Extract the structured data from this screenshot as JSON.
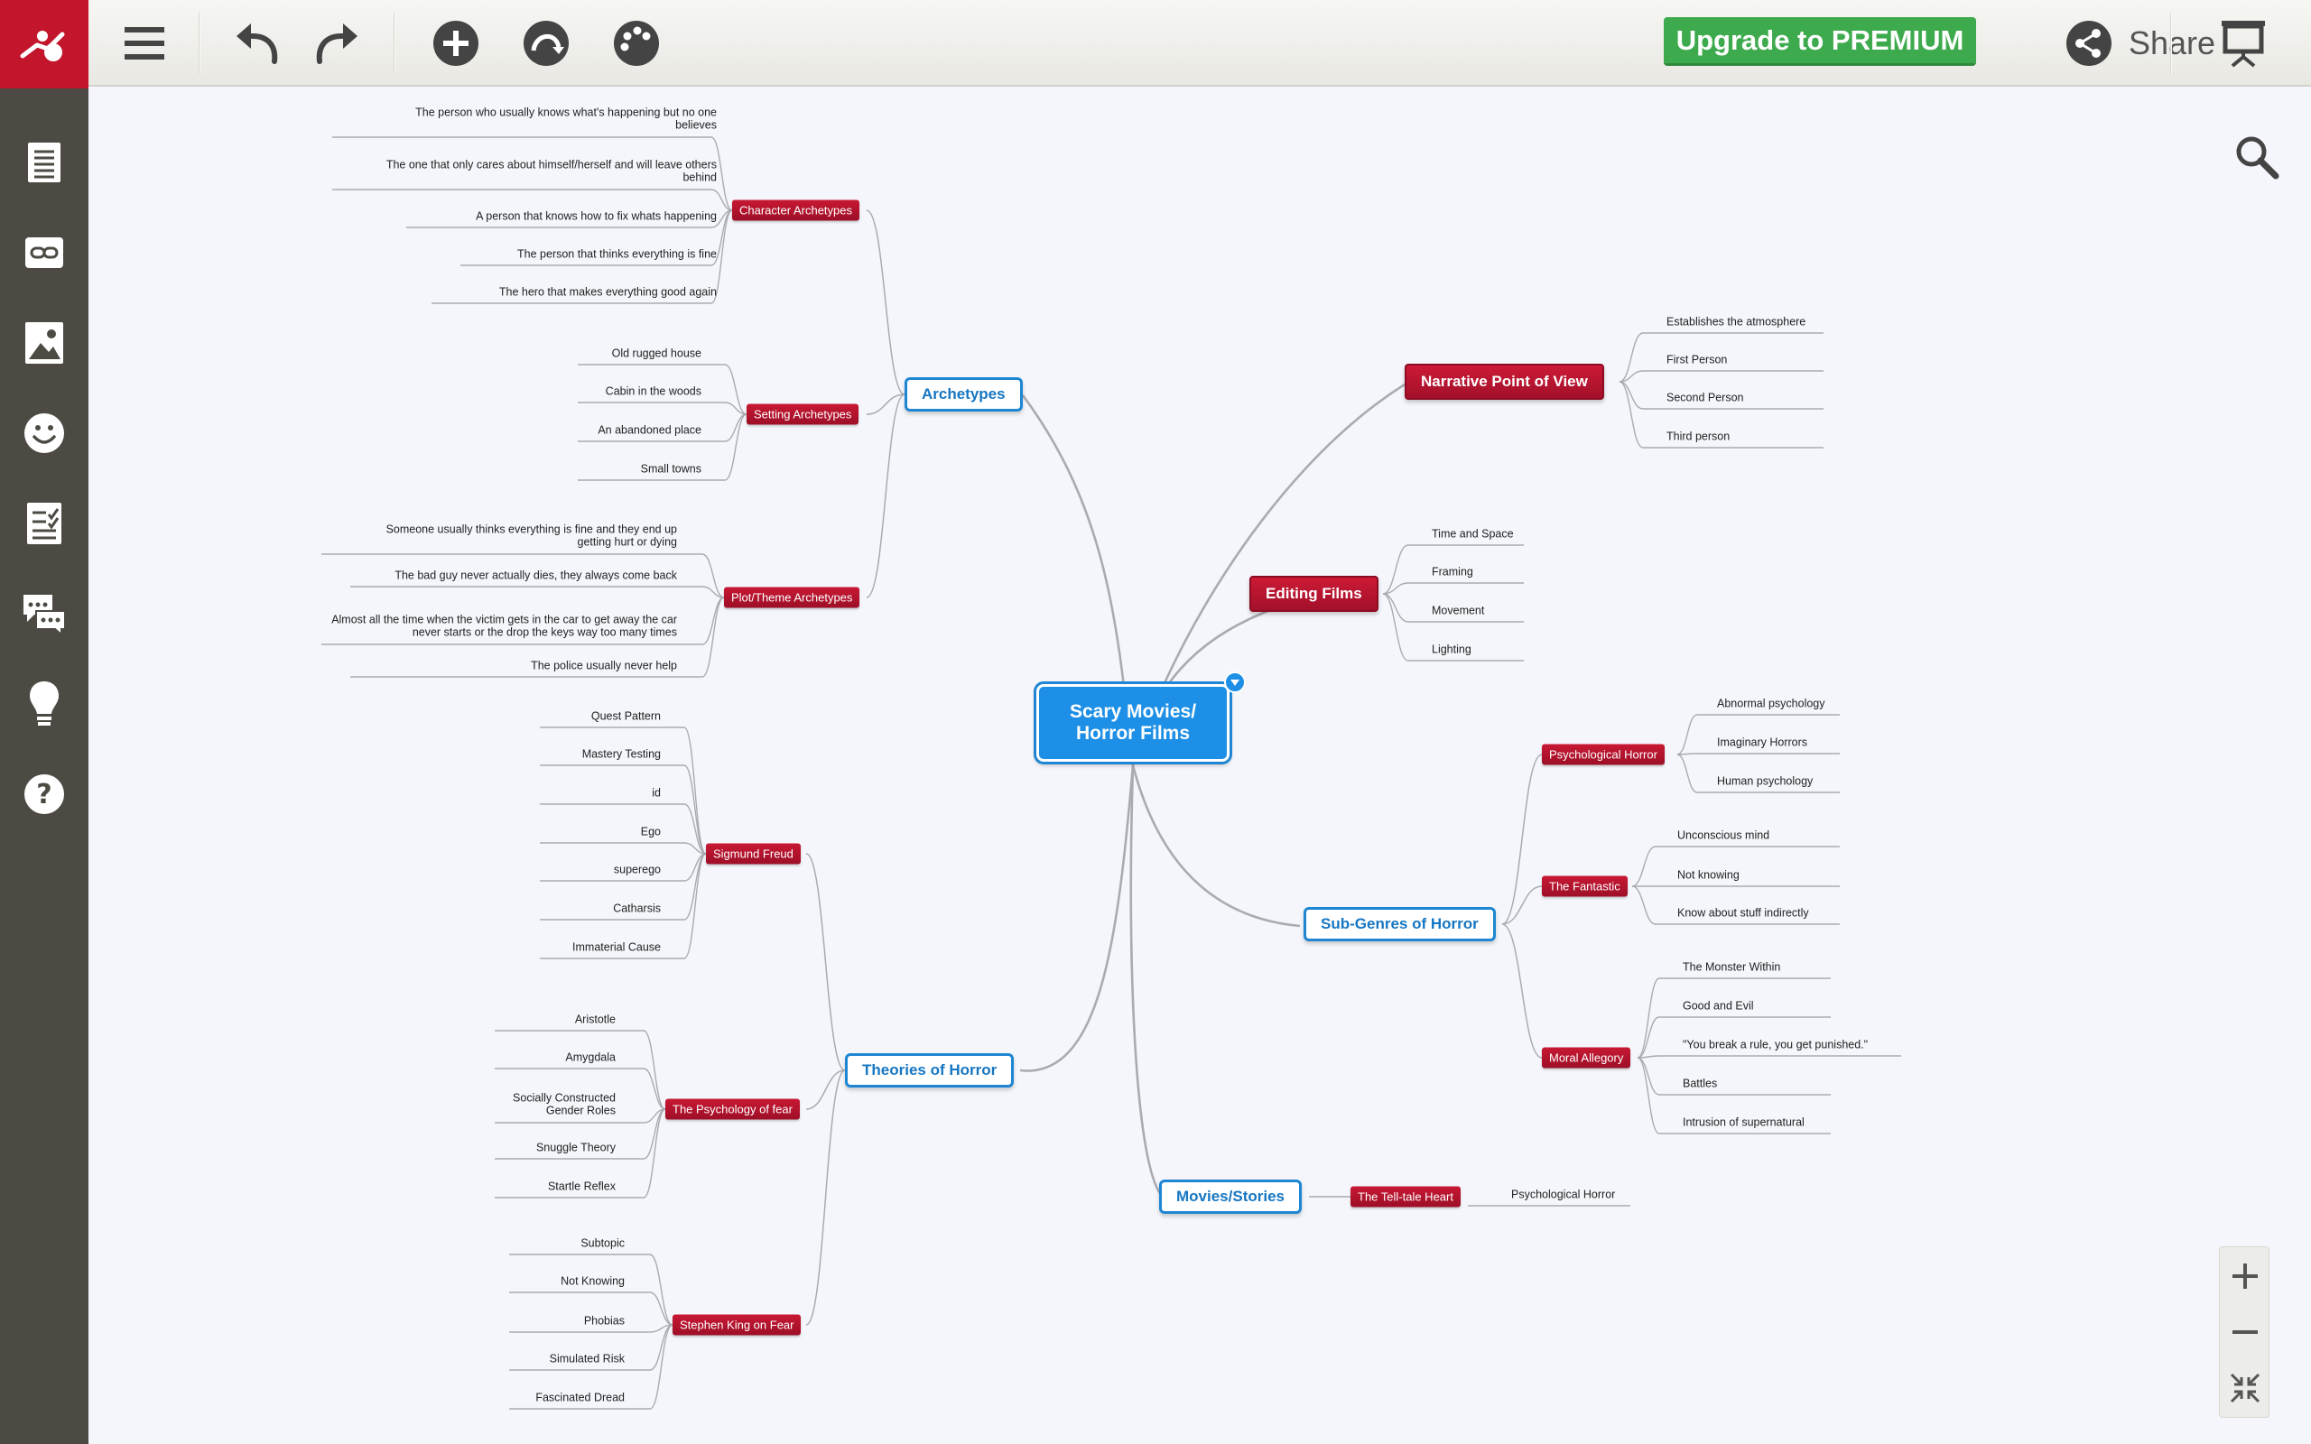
{
  "toolbar": {
    "upgrade_label": "Upgrade to PREMIUM",
    "share_label": "Share"
  },
  "sidebar": {
    "items": [
      "outline-icon",
      "link-icon",
      "image-icon",
      "emoji-icon",
      "task-icon",
      "comments-icon",
      "idea-icon",
      "help-icon"
    ]
  },
  "map": {
    "central": {
      "label": "Scary Movies/ Horror Films"
    },
    "archetypes": {
      "label": "Archetypes",
      "character": {
        "label": "Character Archetypes",
        "items": [
          "The person who usually knows what's happening but no one believes",
          "The one that only cares about himself/herself and will leave others behind",
          "A person that knows how to fix whats happening",
          "The person that thinks everything is fine",
          "The hero that makes everything good again"
        ]
      },
      "setting": {
        "label": "Setting Archetypes",
        "items": [
          "Old rugged house",
          "Cabin in the woods",
          "An abandoned place",
          "Small towns"
        ]
      },
      "plot": {
        "label": "Plot/Theme Archetypes",
        "items": [
          "Someone usually thinks everything is fine and they end up getting hurt or dying",
          "The bad guy never actually dies, they always come back",
          "Almost all the time when the victim gets in the car to get away the car never starts or the drop the keys way too many times",
          "The police usually never help"
        ]
      }
    },
    "theories": {
      "label": "Theories of Horror",
      "freud": {
        "label": "Sigmund Freud",
        "items": [
          "Quest Pattern",
          "Mastery Testing",
          "id",
          "Ego",
          "superego",
          "Catharsis",
          "Immaterial Cause"
        ]
      },
      "fear": {
        "label": "The Psychology of fear",
        "items": [
          "Aristotle",
          "Amygdala",
          "Socially Constructed Gender Roles",
          "Snuggle Theory",
          "Startle Reflex"
        ]
      },
      "king": {
        "label": "Stephen King on Fear",
        "items": [
          "Subtopic",
          "Not Knowing",
          "Phobias",
          "Simulated Risk",
          "Fascinated Dread"
        ]
      }
    },
    "narrative": {
      "label": "Narrative Point of View",
      "items": [
        "Establishes the atmosphere",
        "First Person",
        "Second Person",
        "Third person"
      ]
    },
    "editing": {
      "label": "Editing Films",
      "items": [
        "Time and Space",
        "Framing",
        "Movement",
        "Lighting"
      ]
    },
    "subgenres": {
      "label": "Sub-Genres of Horror",
      "psych": {
        "label": "Psychological Horror",
        "items": [
          "Abnormal psychology",
          "Imaginary Horrors",
          "Human psychology"
        ]
      },
      "fantastic": {
        "label": "The Fantastic",
        "items": [
          "Unconscious mind",
          "Not knowing",
          "Know about stuff indirectly"
        ]
      },
      "moral": {
        "label": "Moral Allegory",
        "items": [
          "The Monster Within",
          "Good and Evil",
          "\"You break a rule, you get punished.\"",
          "Battles",
          "Intrusion of supernatural"
        ]
      }
    },
    "movies": {
      "label": "Movies/Stories",
      "telltale": {
        "label": "The Tell-tale Heart",
        "items": [
          "Psychological Horror"
        ]
      }
    }
  },
  "colors": {
    "sidebar": "#4c4a42",
    "logo": "#c3152c",
    "accent_blue": "#1e86d2",
    "accent_red": "#b0122d",
    "upgrade_green": "#3eaa4e"
  }
}
